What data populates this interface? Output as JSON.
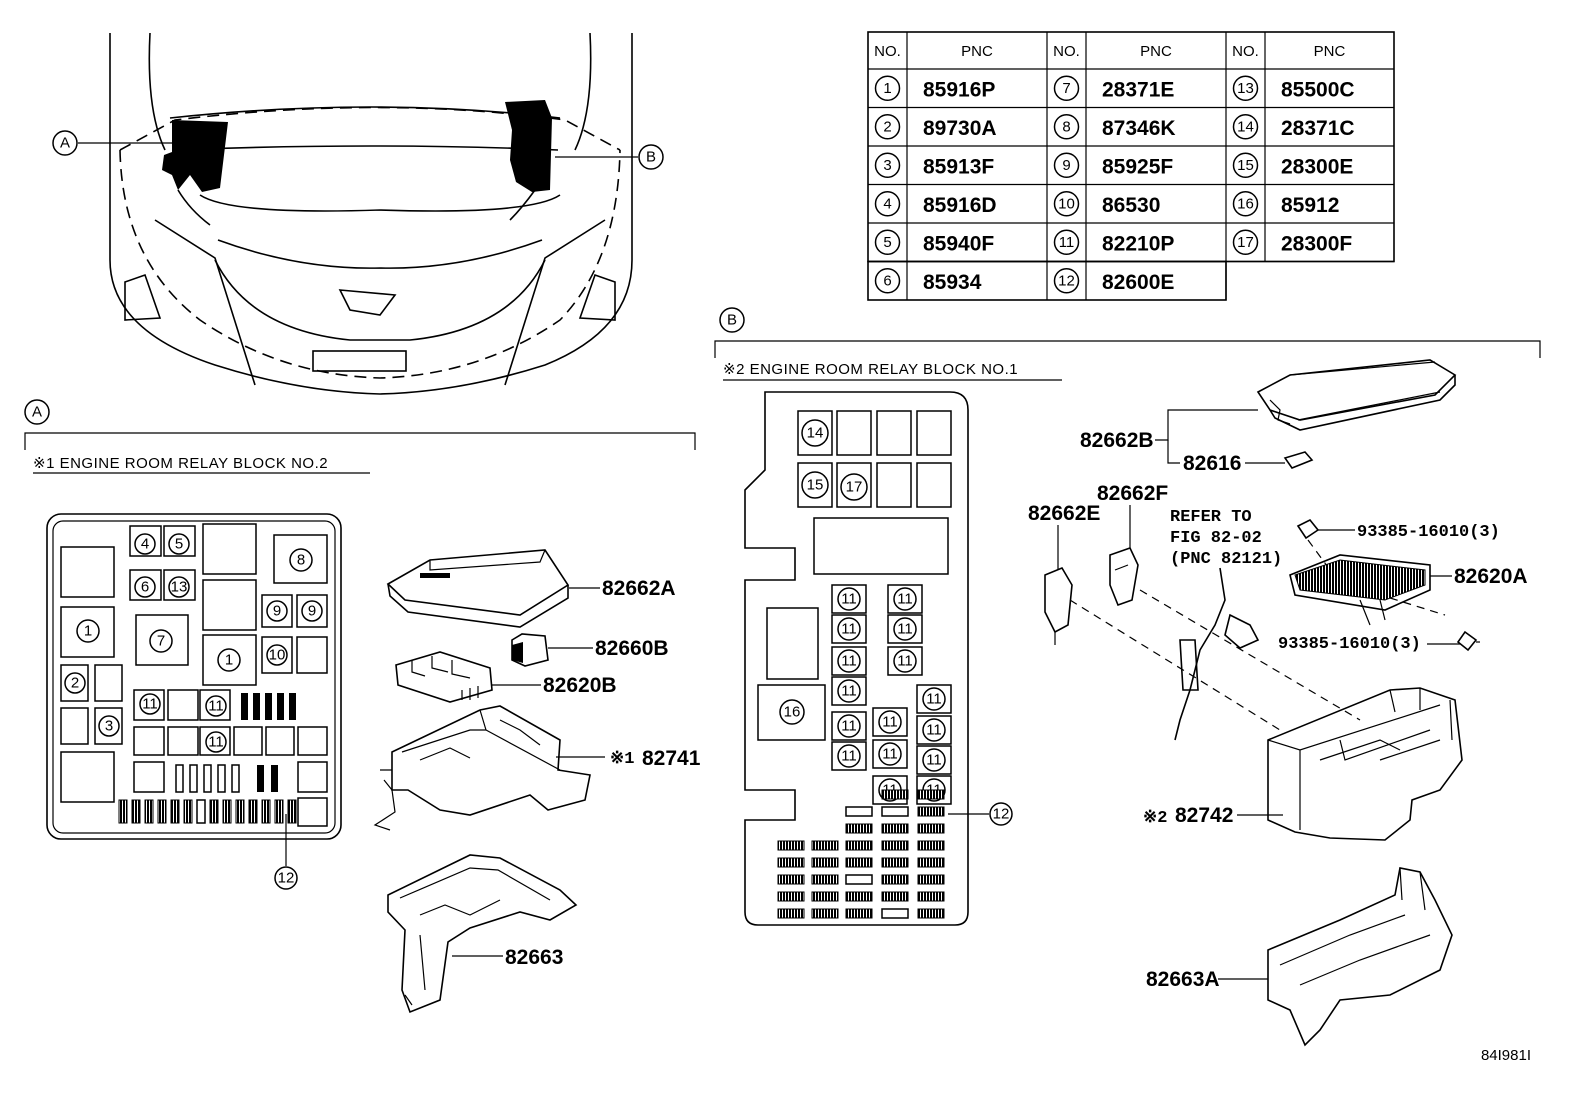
{
  "callouts": {
    "a": "A",
    "b": "B"
  },
  "section_a": {
    "title": "※1 ENGINE ROOM RELAY BLOCK NO.2"
  },
  "section_b": {
    "title": "※2 ENGINE ROOM RELAY BLOCK NO.1"
  },
  "table": {
    "headers": [
      "NO.",
      "PNC",
      "NO.",
      "PNC",
      "NO.",
      "PNC"
    ],
    "rows": [
      [
        {
          "no": "1",
          "pnc": "85916P"
        },
        {
          "no": "7",
          "pnc": "28371E"
        },
        {
          "no": "13",
          "pnc": "85500C"
        }
      ],
      [
        {
          "no": "2",
          "pnc": "89730A"
        },
        {
          "no": "8",
          "pnc": "87346K"
        },
        {
          "no": "14",
          "pnc": "28371C"
        }
      ],
      [
        {
          "no": "3",
          "pnc": "85913F"
        },
        {
          "no": "9",
          "pnc": "85925F"
        },
        {
          "no": "15",
          "pnc": "28300E"
        }
      ],
      [
        {
          "no": "4",
          "pnc": "85916D"
        },
        {
          "no": "10",
          "pnc": "86530"
        },
        {
          "no": "16",
          "pnc": "85912"
        }
      ],
      [
        {
          "no": "5",
          "pnc": "85940F"
        },
        {
          "no": "11",
          "pnc": "82210P"
        },
        {
          "no": "17",
          "pnc": "28300F"
        }
      ],
      [
        {
          "no": "6",
          "pnc": "85934"
        },
        {
          "no": "12",
          "pnc": "82600E"
        },
        {
          "no": "",
          "pnc": ""
        }
      ]
    ]
  },
  "parts_a": {
    "p82662A": "82662A",
    "p82660B": "82660B",
    "p82620B": "82620B",
    "p82741": "82741",
    "mark1": "※1",
    "p82663": "82663",
    "c12": "12"
  },
  "parts_b": {
    "p82662B": "82662B",
    "p82616": "82616",
    "p82662F": "82662F",
    "p82662E": "82662E",
    "refer1": "REFER TO",
    "refer2": "FIG 82-02",
    "refer3": "(PNC 82121)",
    "bolt1": "93385-16010(3)",
    "p82620A": "82620A",
    "bolt2": "93385-16010(3)",
    "p82742": "82742",
    "mark2": "※2",
    "p82663A": "82663A",
    "c12": "12"
  },
  "block_a_labels": {
    "n1a": "1",
    "n7": "7",
    "n1b": "1",
    "n4": "4",
    "n5": "5",
    "n6": "6",
    "n13": "13",
    "n8": "8",
    "n9a": "9",
    "n9b": "9",
    "n10": "10",
    "n2": "2",
    "n3": "3",
    "n11a": "11",
    "n11b": "11",
    "n11c": "11"
  },
  "block_b_labels": {
    "n14": "14",
    "n15": "15",
    "n17": "17",
    "n16": "16",
    "n11": "11"
  },
  "diagram_id": "84I981I"
}
